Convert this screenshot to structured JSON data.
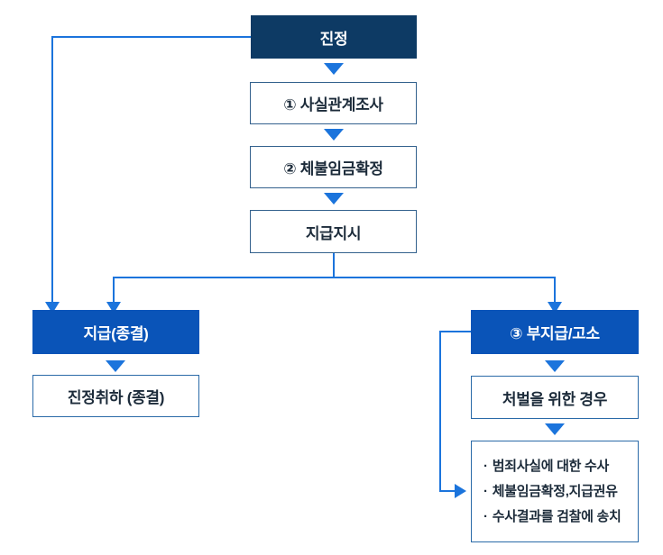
{
  "diagram": {
    "title_node": "진정",
    "bullet_char": "·",
    "nodes": {
      "jinjeong": {
        "label": "진정"
      },
      "step1": {
        "label": "① 사실관계조사"
      },
      "step2": {
        "label": "② 체불임금확정"
      },
      "step3": {
        "label": "지급지시"
      },
      "payment": {
        "label": "지급(종결)"
      },
      "withdraw": {
        "label": "진정취하 (종결)"
      },
      "nonpayment": {
        "label": "③ 부지급/고소"
      },
      "punishment": {
        "label": "처벌을 위한 경우"
      },
      "investigation": {
        "items": [
          "범죄사실에 대한 수사",
          "체불임금확정,지급권유",
          "수사결과를 검찰에 송치"
        ]
      }
    },
    "colors": {
      "navy": "#0d3a64",
      "blue": "#0a54b8",
      "line": "#1b74dc",
      "border_upper": "#33618d",
      "border_lower": "#2a6aa8",
      "text_dark": "#1c2b3a"
    }
  }
}
